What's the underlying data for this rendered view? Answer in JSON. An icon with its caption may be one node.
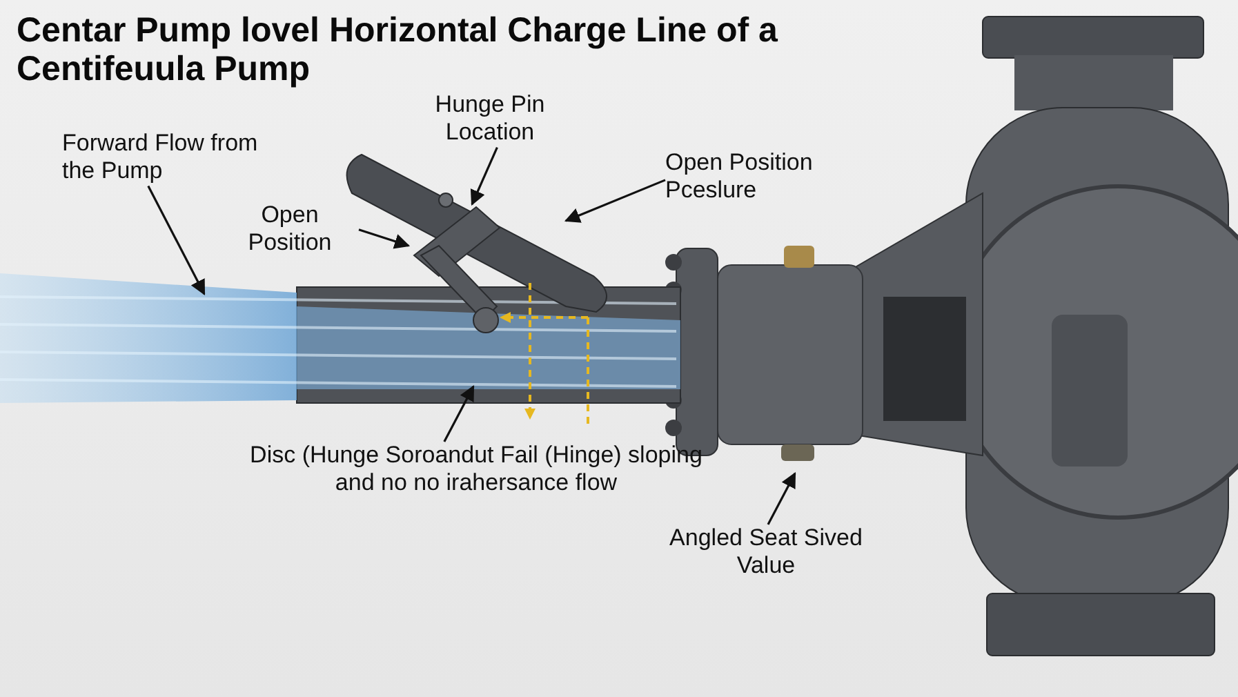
{
  "diagram": {
    "title": "Centar Pump lovel Horizontal Charge Line of a Centifeuula Pump",
    "nodes": [
      {
        "text": [
          "Forward Flow from the Pump"
        ]
      },
      {
        "text": [
          "Hunge Pin Location"
        ]
      },
      {
        "text": [
          "Open Position"
        ]
      },
      {
        "text": [
          "Open Position Pceslure"
        ]
      },
      {
        "text": [
          "Disc (Hunge Soroandut Fail (Hinge) sloping and no no irahersance flow"
        ]
      },
      {
        "text": [
          "Angled Seat Sived Value"
        ]
      }
    ],
    "edges": [
      {
        "from": 0,
        "to": null,
        "arrow": "to"
      },
      {
        "from": 1,
        "to": null,
        "arrow": "to"
      },
      {
        "from": 2,
        "to": null,
        "arrow": "to"
      },
      {
        "from": 3,
        "to": null,
        "arrow": "to"
      },
      {
        "from": 4,
        "to": null,
        "arrow": "to"
      },
      {
        "from": 5,
        "to": null,
        "arrow": "to"
      }
    ]
  }
}
